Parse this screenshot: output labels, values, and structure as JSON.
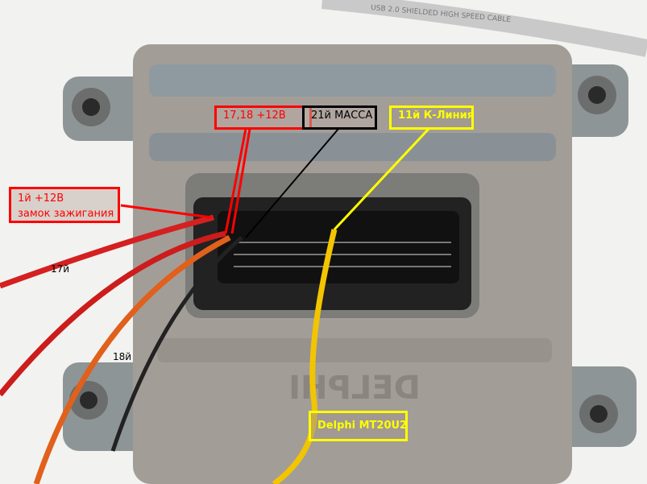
{
  "photo": {
    "cable_print": "USB 2.0 SHIELDED HIGH SPEED CABLE",
    "embossed_brand": "DELPHI"
  },
  "labels": {
    "pins_17_18": "17,18 +12В",
    "pin_21": "21й МАССА",
    "pin_11": "11й К-Линия",
    "pin_1_line1": "1й +12В",
    "pin_1_line2": "замок зажигания",
    "wire_17": "17й",
    "wire_18": "18й",
    "model": "Delphi MT20U2"
  },
  "colors": {
    "red": "#ff0000",
    "black": "#000000",
    "yellow": "#ffff00"
  }
}
